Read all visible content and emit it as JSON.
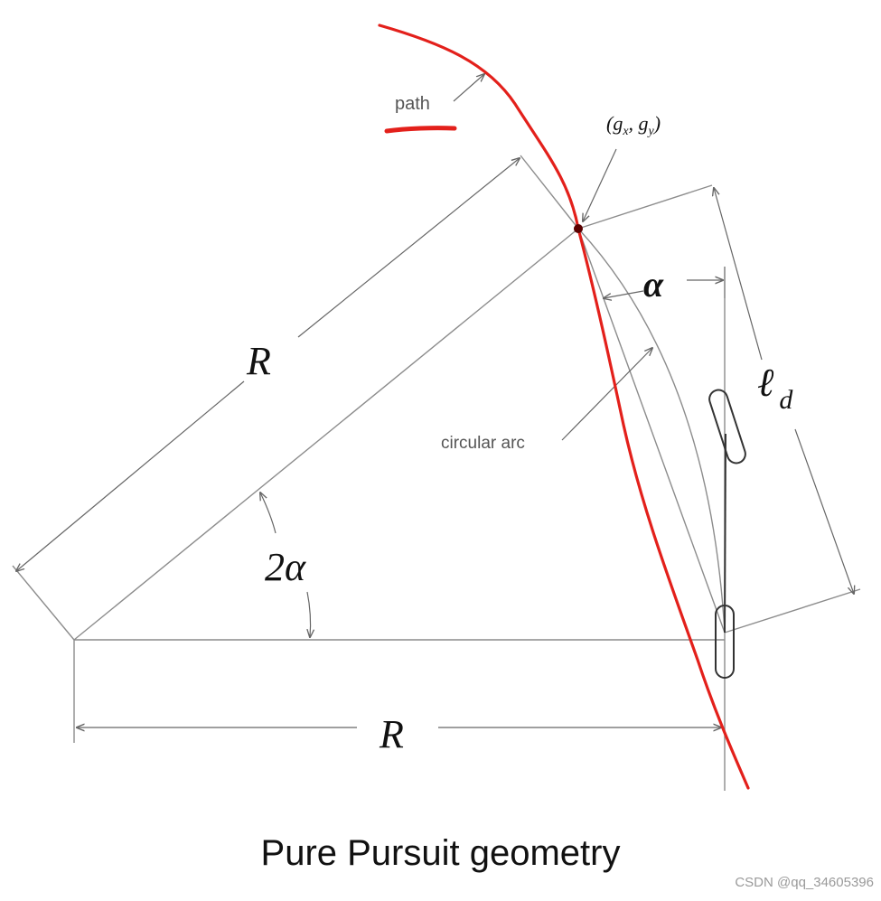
{
  "labels": {
    "path": "path",
    "goal_point": "(g",
    "goal_x_sub": "x",
    "goal_sep": ", g",
    "goal_y_sub": "y",
    "goal_close": ")",
    "alpha": "α",
    "lookahead": "ℓ",
    "lookahead_sub": "d",
    "arc": "circular arc",
    "radius_diag": "R",
    "angle_2alpha": "2α",
    "radius_horiz": "R"
  },
  "caption": "Pure Pursuit geometry",
  "watermark": "CSDN @qq_34605396",
  "colors": {
    "path": "#e3201b",
    "line": "#8c8c8c",
    "dark": "#333333",
    "highlight": "#e3201b"
  }
}
